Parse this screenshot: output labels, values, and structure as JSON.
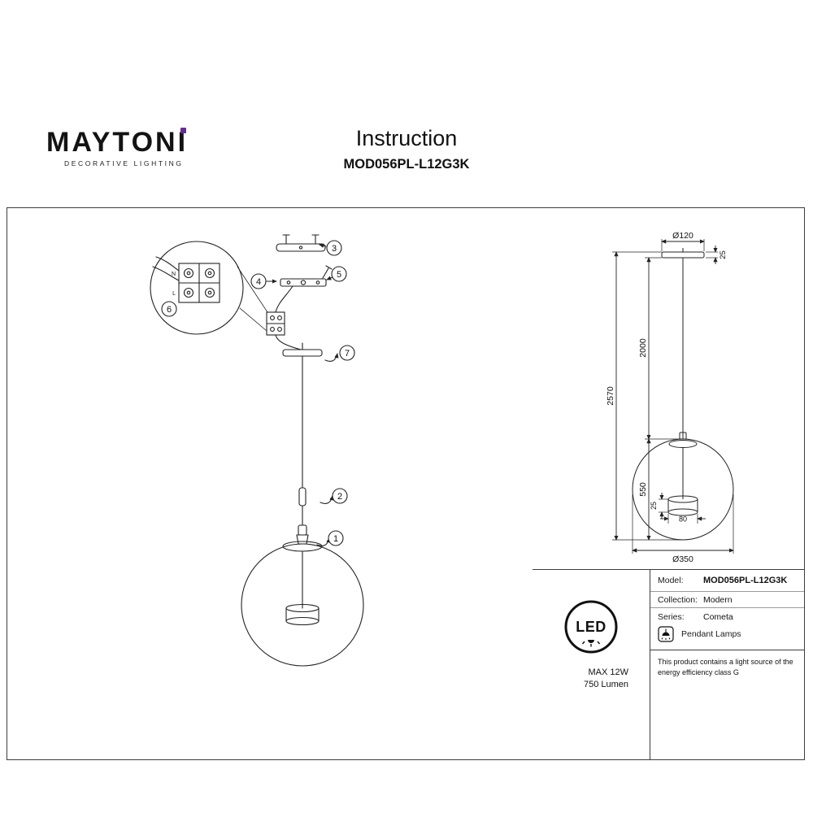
{
  "header": {
    "brand": "MAYTONI",
    "brand_tagline": "DECORATIVE LIGHTING",
    "title": "Instruction",
    "model_code": "MOD056PL-L12G3K",
    "accent_color": "#662d91"
  },
  "assembly": {
    "steps": [
      "1",
      "2",
      "3",
      "4",
      "5",
      "6",
      "7"
    ],
    "terminal": {
      "n": "N",
      "l": "L"
    }
  },
  "dimensions": {
    "canopy_diameter": "Ø120",
    "canopy_height": "25",
    "cord_length": "2000",
    "total_height": "2570",
    "shade_height": "550",
    "shade_diameter": "Ø350",
    "led_module_height": "25",
    "led_module_width": "80"
  },
  "specs": {
    "led_badge": "LED",
    "max_power": "MAX 12W",
    "lumen": "750 Lumen",
    "model_label": "Model:",
    "model_value": "MOD056PL-L12G3K",
    "collection_label": "Collection:",
    "collection_value": "Modern",
    "series_label": "Series:",
    "series_value": "Cometa",
    "series_type": "Pendant Lamps",
    "note": "This product contains a light source of the energy efficiency class G"
  }
}
